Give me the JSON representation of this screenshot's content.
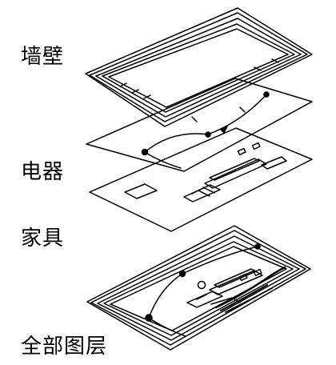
{
  "labels": {
    "wall": "墙壁",
    "electrical": "电器",
    "furniture": "家具",
    "all_layers": "全部图层"
  },
  "colors": {
    "ink": "#000000",
    "paper": "#ffffff"
  }
}
